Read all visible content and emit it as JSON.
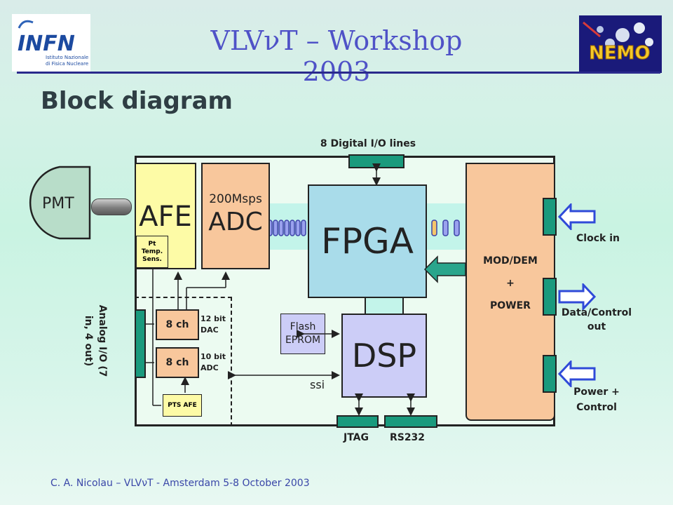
{
  "header": {
    "title": "VLVνT – Workshop 2003",
    "left_logo": {
      "mark": "INFN",
      "caption": "Istituto Nazionale di Fisica Nucleare"
    },
    "right_logo": {
      "mark": "NEMO"
    }
  },
  "heading": "Block diagram",
  "footer": "C. A. Nicolau – VLVνT - Amsterdam 5-8 October 2003",
  "diagram": {
    "pmt": "PMT",
    "afe": "AFE",
    "pt_temp": "Pt Temp. Sens.",
    "adc_rate": "200Msps",
    "adc": "ADC",
    "fpga": "FPGA",
    "dsp": "DSP",
    "flash": "Flash EPROM",
    "mod_dem": "MOD/DEM",
    "plus": "+",
    "power": "POWER",
    "ch_dac": "8 ch",
    "dac_note": "12 bit DAC",
    "ch_adc": "8 ch",
    "adc_note": "10 bit ADC",
    "pts_afe": "PTS AFE",
    "digital_io": "8 Digital I/O lines",
    "analog_io": "Analog I/O (7 in, 4 out)",
    "ssi": "ssi",
    "jtag": "JTAG",
    "rs232": "RS232",
    "clock_in": "Clock in",
    "data_control": "Data/Control out",
    "power_control": "Power + Control"
  },
  "colors": {
    "title": "#4f52c7",
    "afe": "#fdfba6",
    "adc": "#f8c79c",
    "fpga": "#a9dcea",
    "dsp": "#cccdf7",
    "mod_dem": "#f8c79c",
    "connector": "#1a9a7d",
    "board": "#ecfbf1",
    "arrow": "#2f4ad8"
  }
}
